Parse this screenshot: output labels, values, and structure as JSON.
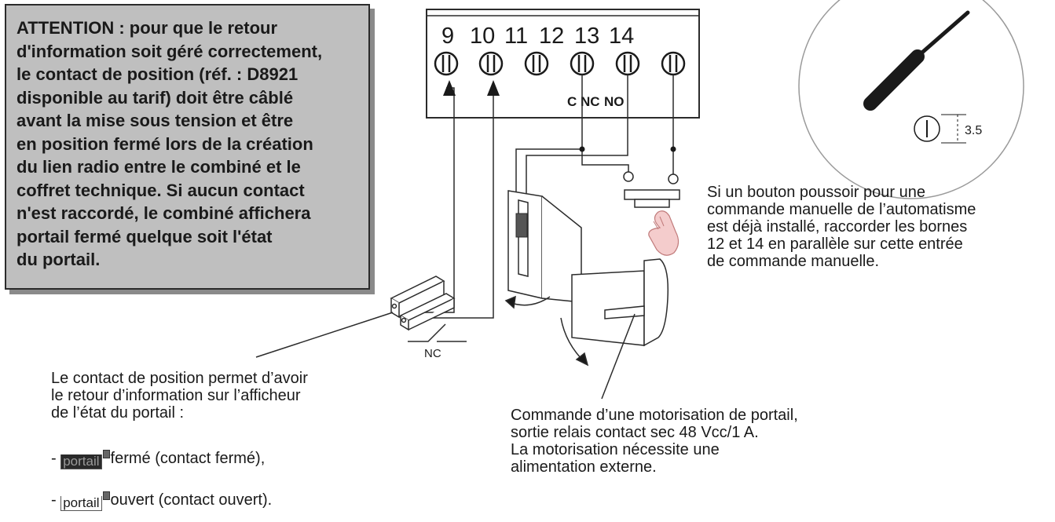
{
  "warning": {
    "text": "ATTENTION : pour que le retour\nd'information soit géré correctement,\nle contact de position (réf. : D8921\ndisponible au tarif) doit être câblé\navant la mise sous tension et être\nen position fermé lors de la création\ndu lien radio entre le combiné et le\ncoffret technique. Si aucun contact\nn'est raccordé, le combiné affichera\nportail fermé quelque soit l'état\ndu portail."
  },
  "terminals": {
    "numbers": [
      "9",
      "10",
      "11",
      "12",
      "13",
      "14"
    ],
    "relay_labels": {
      "c": "C",
      "nc": "NC",
      "no": "NO"
    }
  },
  "screwdriver": {
    "size_label": "3.5"
  },
  "contact": {
    "nc_label": "NC"
  },
  "notes": {
    "pushbutton": "Si un bouton poussoir pour une\ncommande manuelle de l’automatisme\nest déjà installé, raccorder les bornes\n12 et 14 en parallèle sur cette entrée\nde commande manuelle.",
    "position_contact": "Le contact de position permet d’avoir\nle retour d’information sur l’afficheur\nde l’état du portail :",
    "motor": "Commande d’une motorisation de portail,\nsortie relais contact sec 48 Vcc/1 A.\nLa motorisation nécessite une\nalimentation externe."
  },
  "states": {
    "closed": {
      "prefix": "- ",
      "lcd_text": "portail",
      "rest": "fermé (contact fermé),"
    },
    "open": {
      "prefix": "- ",
      "lcd_text": "portail",
      "rest": "ouvert (contact ouvert)."
    }
  },
  "colors": {
    "box_bg": "#bfbfbf",
    "hand_fill": "#f4cccc",
    "line": "#2b2b2b"
  }
}
